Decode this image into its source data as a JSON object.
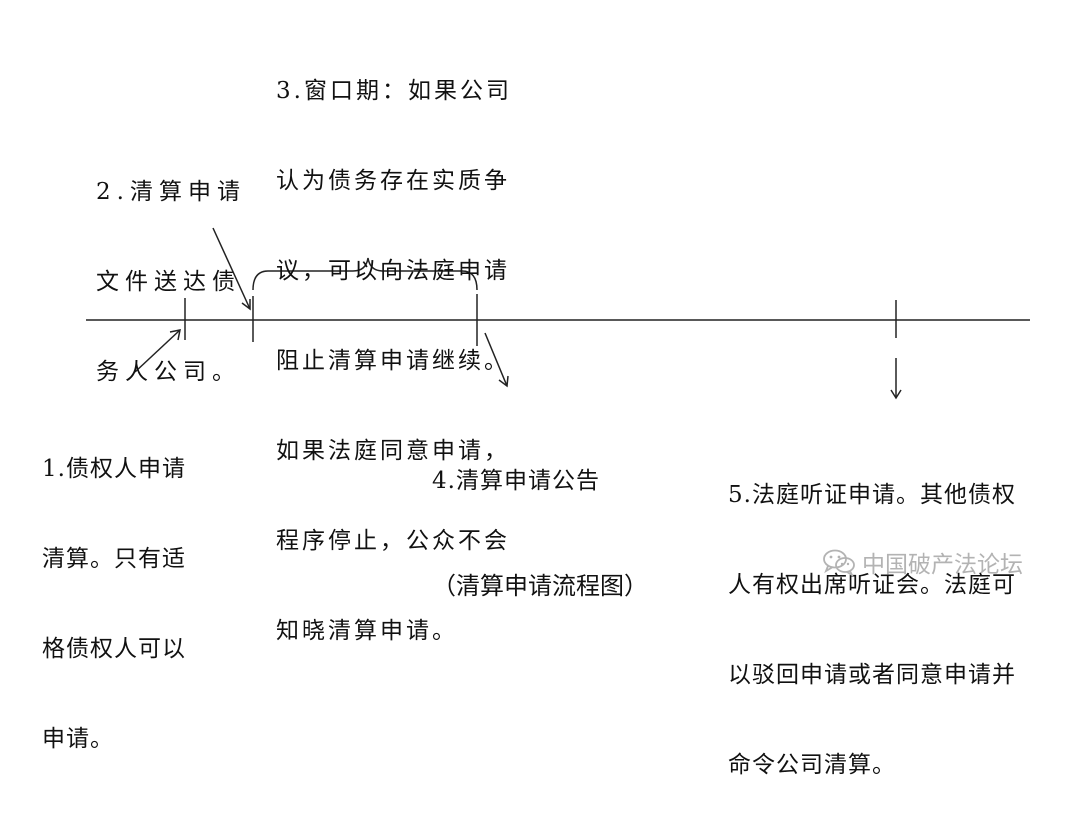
{
  "steps": [
    {
      "id": 1,
      "lines": [
        "1.债权人申请",
        "清算。只有适",
        "格债权人可以",
        "申请。"
      ]
    },
    {
      "id": 2,
      "lines": [
        "2.清算申请",
        "文件送达债",
        "务人公司。"
      ]
    },
    {
      "id": 3,
      "lines": [
        "3.窗口期：如果公司",
        "认为债务存在实质争",
        "议，可以向法庭申请",
        "阻止清算申请继续。",
        "如果法庭同意申请，",
        "程序停止，公众不会",
        "知晓清算申请。"
      ]
    },
    {
      "id": 4,
      "lines": [
        "4.清算申请公告"
      ]
    },
    {
      "id": 5,
      "lines": [
        "5.法庭听证申请。其他债权",
        "人有权出席听证会。法庭可",
        "以驳回申请或者同意申请并",
        "命令公司清算。"
      ]
    }
  ],
  "caption": "（清算申请流程图）",
  "watermark": {
    "text": "中国破产法论坛",
    "icon": "wechat-icon"
  },
  "colors": {
    "ink": "#111111",
    "watermark": "#b3b3b3"
  }
}
